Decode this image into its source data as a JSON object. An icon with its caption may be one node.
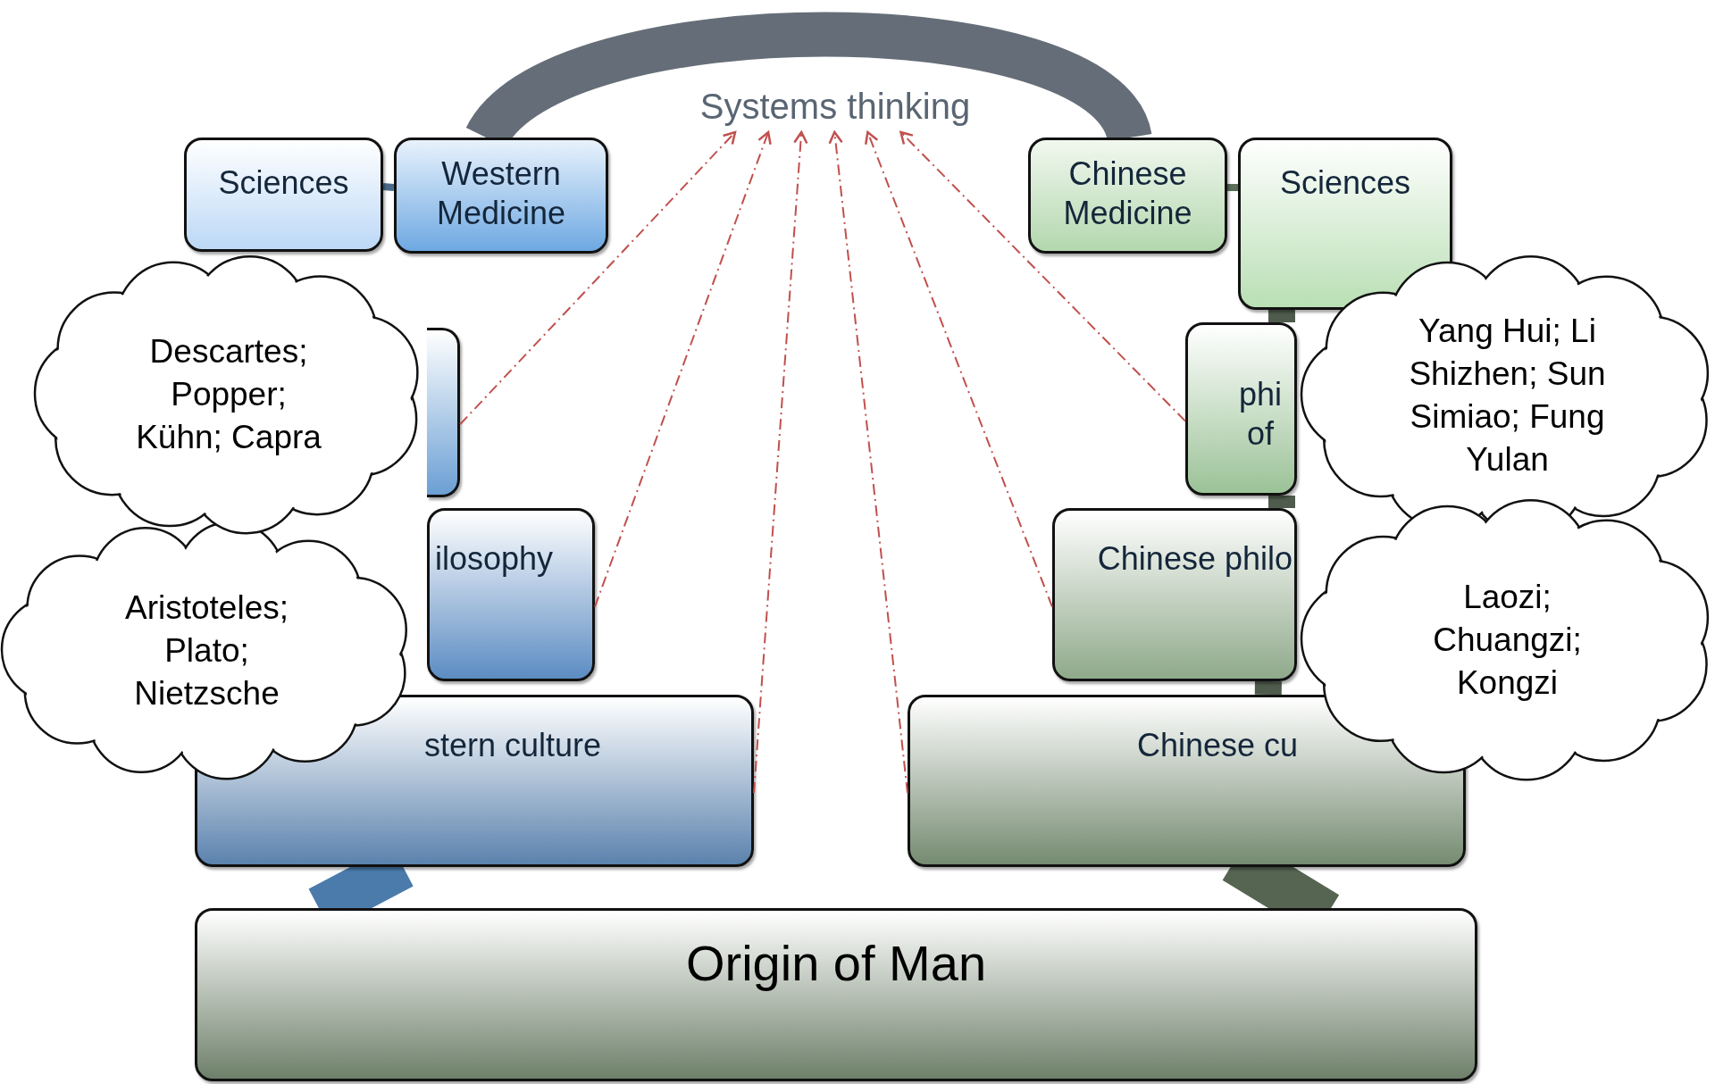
{
  "diagram": {
    "nodes": [
      {
        "text": [
          "Systems thinking"
        ]
      },
      {
        "text": [
          "Sciences"
        ]
      },
      {
        "text": [
          "Western Medicine"
        ]
      },
      {
        "text": [
          "Chinese Medicine"
        ]
      },
      {
        "text": [
          "Sciences"
        ]
      },
      {
        "text": [],
        "shape": "box"
      },
      {
        "text": [
          "Descartes; Popper; Kühn; Capra"
        ]
      },
      {
        "text": [
          "phi of"
        ]
      },
      {
        "text": [
          "Yang Hui; Li Shizhen; Sun Simiao; Fung Yulan"
        ]
      },
      {
        "text": [
          "ilosophy"
        ]
      },
      {
        "text": [
          "Aristoteles; Plato; Nietzsche"
        ]
      },
      {
        "text": [
          "Chinese philo"
        ]
      },
      {
        "text": [
          "Laozi; Chuangzi; Kongzi"
        ]
      },
      {
        "text": [
          "stern culture"
        ]
      },
      {
        "text": [
          "Chinese cu"
        ]
      },
      {
        "text": [
          "Origin of Man"
        ]
      }
    ],
    "edges": [
      {
        "from": 5,
        "to": 0,
        "arrow": "to",
        "style": "dashed"
      },
      {
        "from": 9,
        "to": 0,
        "arrow": "to",
        "style": "dashed"
      },
      {
        "from": 13,
        "to": 0,
        "arrow": "to",
        "style": "dashed"
      },
      {
        "from": 14,
        "to": 0,
        "arrow": "to",
        "style": "dashed"
      },
      {
        "from": 11,
        "to": 0,
        "arrow": "to",
        "style": "dashed"
      },
      {
        "from": 7,
        "to": 0,
        "arrow": "to",
        "style": "dashed"
      },
      {
        "from": 2,
        "to": 3,
        "arrow": "none",
        "style": "thick",
        "color": "#656e78"
      },
      {
        "from": 1,
        "to": 2,
        "arrow": "none",
        "color": "#4a6a8a"
      },
      {
        "from": 3,
        "to": 4,
        "arrow": "none",
        "color": "#5a6e58"
      },
      {
        "from": 4,
        "to": 7,
        "arrow": "none",
        "style": "thick",
        "color": "#4f5c4d"
      },
      {
        "from": 7,
        "to": 11,
        "arrow": "none",
        "style": "thick",
        "color": "#4f5c4d"
      },
      {
        "from": 11,
        "to": 14,
        "arrow": "none",
        "style": "thick",
        "color": "#4f5c4d"
      },
      {
        "from": 13,
        "to": 15,
        "arrow": "none",
        "style": "thick",
        "color": "#4a7bab"
      },
      {
        "from": 14,
        "to": 15,
        "arrow": "none",
        "style": "thick",
        "color": "#566452"
      }
    ]
  }
}
